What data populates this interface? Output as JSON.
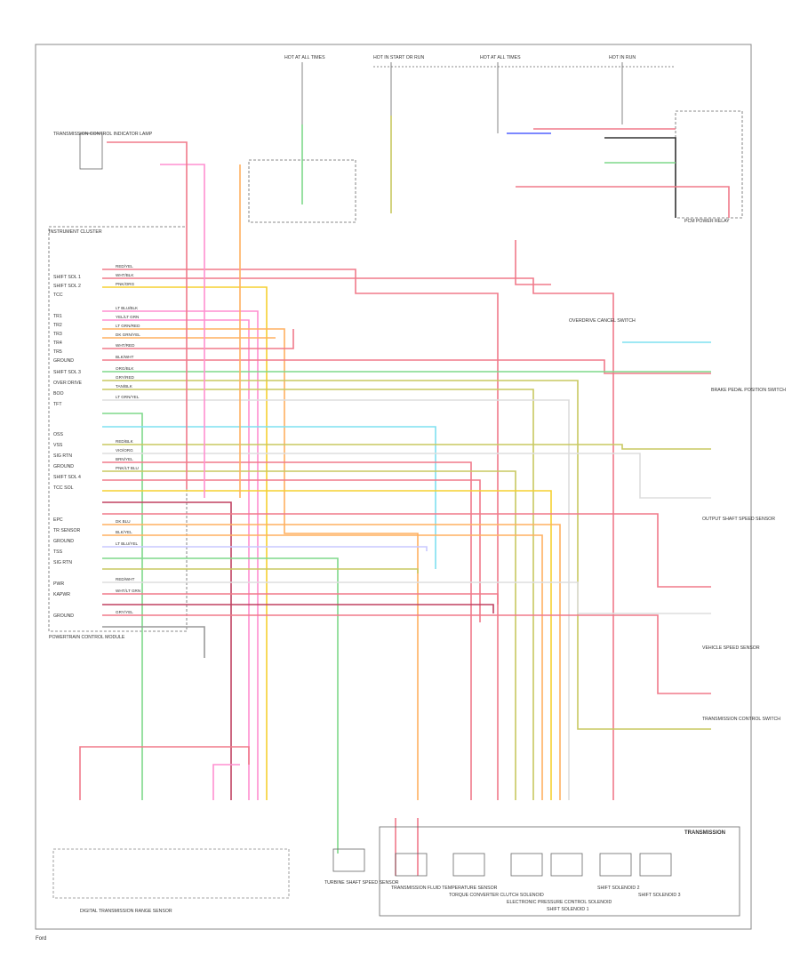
{
  "diagram": {
    "main_module_label": "POWERTRAIN CONTROL MODULE",
    "module_title": "TRANSMISSION",
    "pin_labels": [
      "SHIFT SOL 1",
      "SHIFT SOL 2",
      "TCC",
      "TR1",
      "TR2",
      "TR3",
      "TR4",
      "TR5",
      "GROUND",
      "SHIFT SOL 3",
      "OVER DRIVE",
      "BOO",
      "TFT",
      "OSS",
      "VSS",
      "SIG RTN",
      "GROUND",
      "SHIFT SOL 4",
      "TCC SOL",
      "EPC",
      "TR SENSOR",
      "GROUND",
      "TSS",
      "SIG RTN",
      "PWR",
      "KAPWR",
      "GROUND"
    ],
    "wire_labels": [
      "RED/YEL",
      "WHT/BLK",
      "PNK/ORG",
      "LT BLU/BLK",
      "YEL/LT GRN",
      "LT GRN/RED",
      "DK GRN/YEL",
      "WHT/RED",
      "BLK/WHT",
      "ORG/BLK",
      "GRY/RED",
      "TAN/BLK",
      "LT GRN/YEL",
      "RED/BLK",
      "VIO/ORG",
      "BRN/YEL",
      "PNK/LT BLU",
      "DK BLU",
      "BLK/YEL",
      "LT BLU/YEL",
      "RED/WHT",
      "WHT/LT GRN",
      "GRY/YEL"
    ],
    "bottom_components": [
      {
        "name": "TRANSMISSION RANGE SENSOR",
        "label": "DIGITAL TRANSMISSION RANGE SENSOR"
      },
      {
        "name": "TURBINE SHAFT SPEED SENSOR",
        "label": "TURBINE SHAFT SPEED SENSOR"
      },
      {
        "name": "TRANSMISSION FLUID TEMP SENSOR",
        "label": "TRANSMISSION FLUID TEMPERATURE SENSOR"
      },
      {
        "name": "TORQUE CONVERTER CLUTCH SOLENOID",
        "label": "TORQUE CONVERTER CLUTCH SOLENOID"
      },
      {
        "name": "ELECTRONIC PRESSURE CONTROL",
        "label": "ELECTRONIC PRESSURE CONTROL SOLENOID"
      },
      {
        "name": "SHIFT SOLENOID 1",
        "label": "SHIFT SOLENOID 1"
      },
      {
        "name": "SHIFT SOLENOID 2",
        "label": "SHIFT SOLENOID 2"
      },
      {
        "name": "SHIFT SOLENOID 3",
        "label": "SHIFT SOLENOID 3"
      }
    ],
    "top_labels": [
      "HOT AT ALL TIMES",
      "HOT IN START OR RUN",
      "HOT AT ALL TIMES",
      "HOT IN RUN"
    ],
    "right_labels": [
      "PCM POWER RELAY",
      "BRAKE PEDAL POSITION SWITCH",
      "OUTPUT SHAFT SPEED SENSOR",
      "VEHICLE SPEED SENSOR",
      "TRANSMISSION CONTROL SWITCH",
      "OVERDRIVE CANCEL SWITCH"
    ],
    "left_labels": [
      "TRANSMISSION CONTROL INDICATOR LAMP",
      "INSTRUMENT CLUSTER"
    ],
    "footer": "Ford"
  }
}
